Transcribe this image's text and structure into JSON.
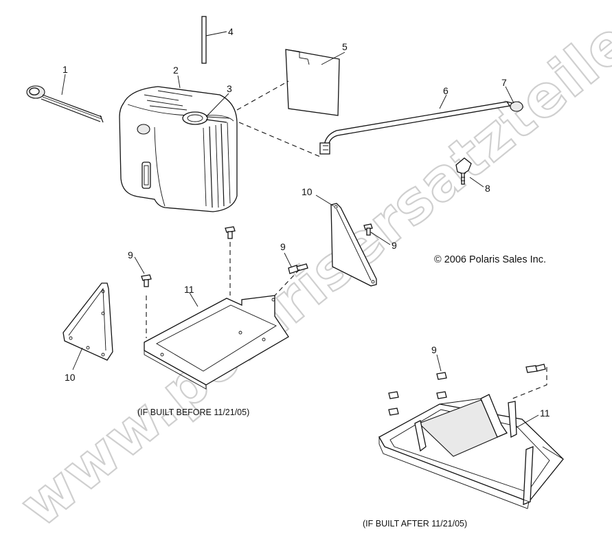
{
  "callouts": [
    "1",
    "2",
    "3",
    "4",
    "5",
    "6",
    "7",
    "8",
    "9",
    "10",
    "11"
  ],
  "copyright": "© 2006 Polaris Sales Inc.",
  "captions": {
    "before": "(IF BUILT BEFORE 11/21/05)",
    "after": "(IF BUILT AFTER 11/21/05)"
  },
  "watermark": "www.polarisersatzteile.de"
}
